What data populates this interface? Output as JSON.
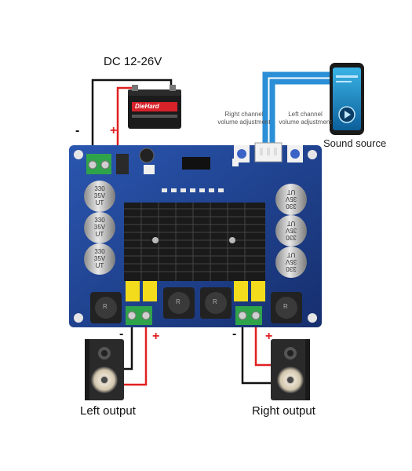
{
  "labels": {
    "power": "DC 12-26V",
    "battery_brand": "DieHard",
    "right_channel_adj_line1": "Right channel",
    "right_channel_adj_line2": "volume adjustment",
    "left_channel_adj_line1": "Left channel",
    "left_channel_adj_line2": "volume adjustment",
    "sound_source": "Sound source",
    "left_output": "Left output",
    "right_output": "Right output",
    "minus": "-",
    "plus": "+",
    "capacitor": [
      "330",
      "35V",
      "UT"
    ],
    "inductor_tag": "R"
  },
  "colors": {
    "board": "#1d3f8c",
    "wire_positive": "#e02020",
    "wire_negative": "#111111",
    "audio_cable": "#2a8fd6",
    "terminal": "#2fa34a",
    "heatsink": "#1a1a1a",
    "cap_yellow": "#f3dc1c"
  }
}
